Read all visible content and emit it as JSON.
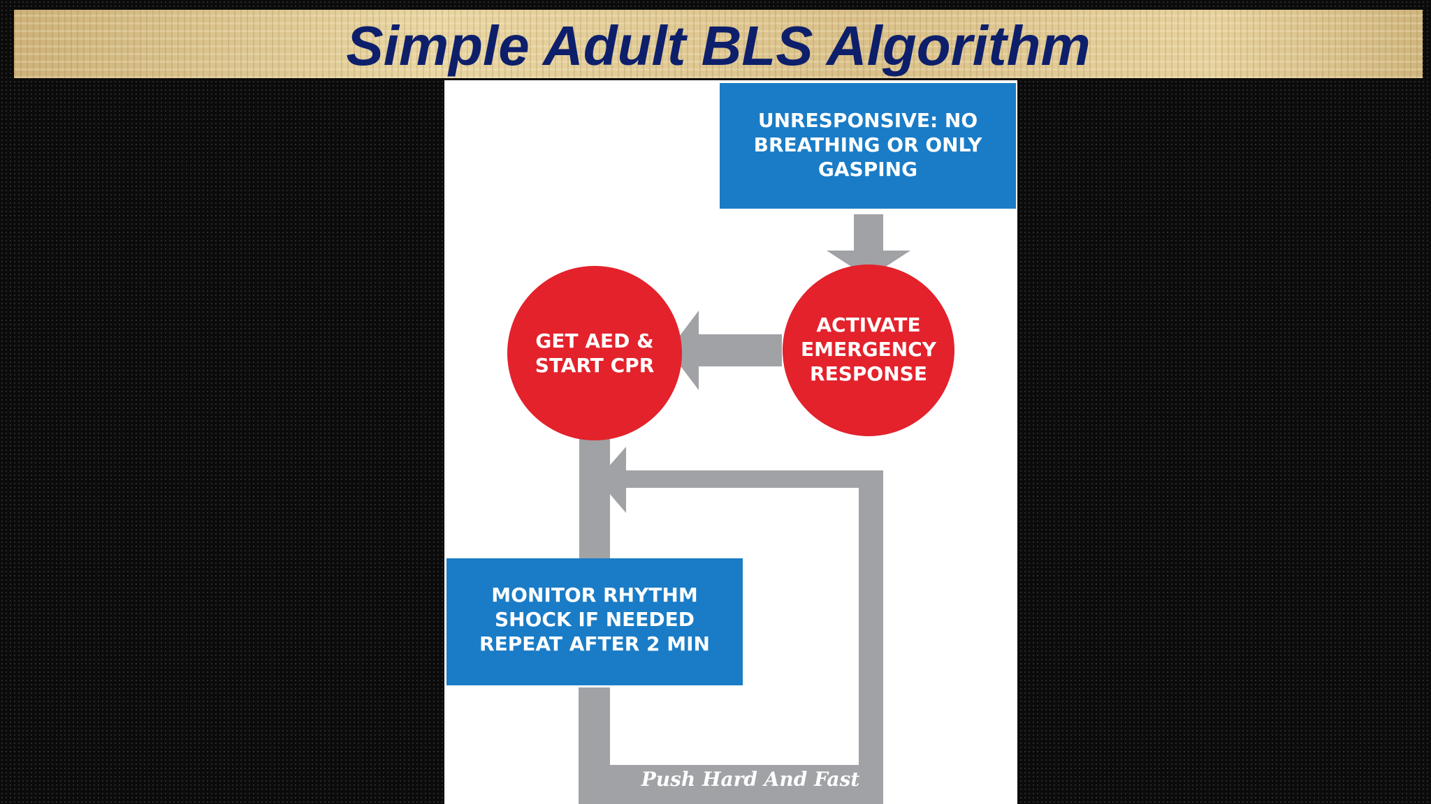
{
  "title": "Simple Adult BLS Algorithm",
  "flowchart": {
    "nodes": {
      "unresponsive": "UNRESPONSIVE: NO\nBREATHING OR ONLY\nGASPING",
      "activate": "ACTIVATE\nEMERGENCY\nRESPONSE",
      "get_aed": "GET AED &\nSTART CPR",
      "monitor": "MONITOR RHYTHM\nSHOCK IF NEEDED\nREPEAT AFTER 2 MIN"
    },
    "loop_label": "Push Hard And Fast"
  },
  "colors": {
    "box_blue": "#1a7cc6",
    "circle_red": "#e3222c",
    "arrow_gray": "#a0a2a6",
    "title_navy": "#0d1f6b"
  }
}
